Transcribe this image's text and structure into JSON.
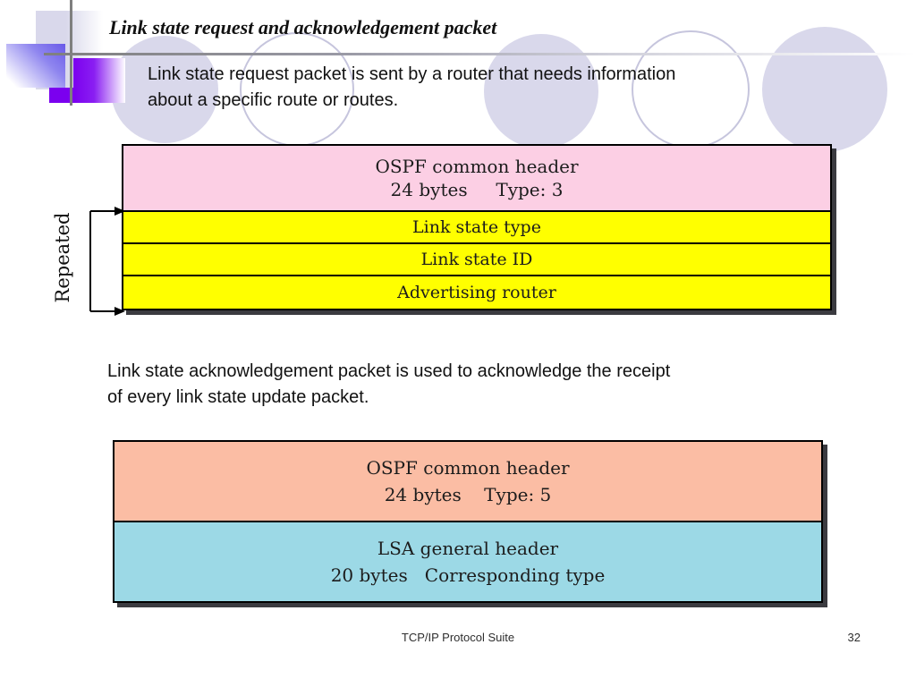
{
  "slide": {
    "title": "Link state request and acknowledgement packet",
    "paragraph_request": {
      "line1": "Link state request packet is sent by a router that needs information",
      "line2": "about a specific route or routes."
    },
    "paragraph_ack": {
      "line1": "Link state acknowledgement packet is used to acknowledge the receipt",
      "line2": "of every link state update packet."
    },
    "footer": {
      "book_title": "TCP/IP Protocol Suite",
      "page_number": "32"
    }
  },
  "diagram_request": {
    "repeated_label": "Repeated",
    "header": {
      "line1": "OSPF common header",
      "line2": "24 bytes     Type: 3"
    },
    "rows": [
      "Link state type",
      "Link state ID",
      "Advertising router"
    ],
    "colors": {
      "header_bg": "#fccfe4",
      "row_bg": "#ffff00",
      "border": "#000000",
      "shadow": "#3b3b40"
    }
  },
  "diagram_ack": {
    "header": {
      "line1": "OSPF common header",
      "line2": "24 bytes    Type: 5"
    },
    "body": {
      "line1": "LSA general header",
      "line2": "20 bytes   Corresponding type"
    },
    "colors": {
      "header_bg": "#fbbda4",
      "body_bg": "#9cd9e6",
      "border": "#000000",
      "shadow": "#3b3b40"
    }
  },
  "decor": {
    "circle_fill": "#d9d8eb",
    "circle_outline": "#c6c5dd",
    "line_gray": "#7f7f7f",
    "purple_accent": "#7b00ef",
    "blue_accent": "#6a5ae8"
  }
}
